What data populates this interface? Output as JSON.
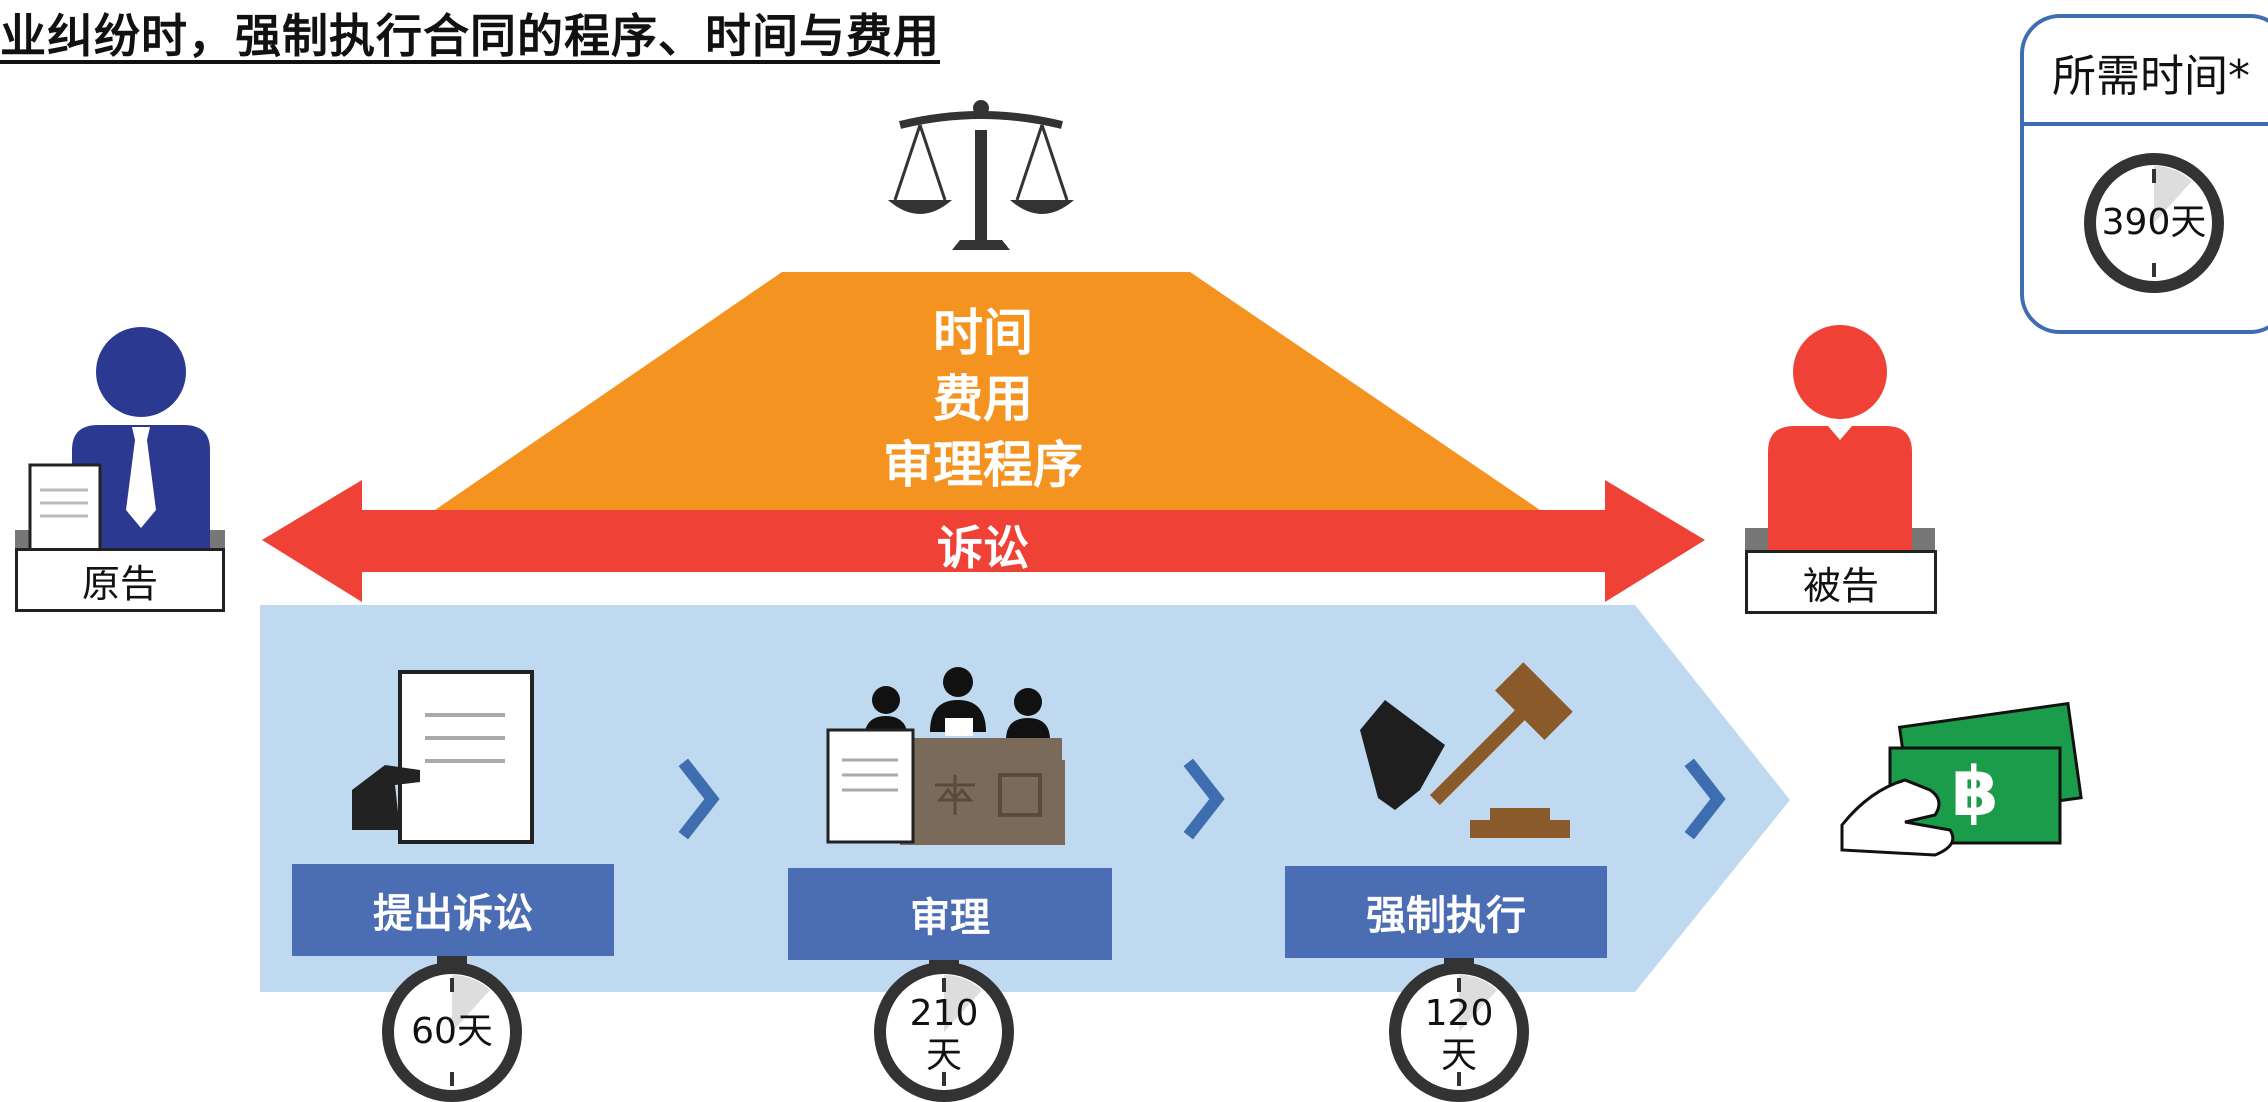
{
  "title": "业纠纷时，强制执行合同的程序、时间与费用",
  "triangle": {
    "line1": "时间",
    "line2": "费用",
    "line3": "审理程序"
  },
  "arrow_label": "诉讼",
  "plaintiff_label": "原告",
  "defendant_label": "被告",
  "steps": [
    {
      "label": "提出诉讼",
      "time": "60天"
    },
    {
      "label": "审理",
      "time": "210 天"
    },
    {
      "label": "强制执行",
      "time": "120 天"
    }
  ],
  "total": {
    "title": "所需时间*",
    "time": "390天"
  },
  "colors": {
    "triangle": "#f59321",
    "arrow": "#ef4136",
    "band": "#bfd9f0",
    "step_box": "#4a6db4",
    "plaintiff": "#2b3990",
    "defendant": "#ef4136",
    "chevron": "#3f6eb0",
    "money": "#1a9c4b"
  },
  "icons": [
    "scales-icon",
    "plaintiff-person-icon",
    "defendant-person-icon",
    "document-hand-icon",
    "court-judges-icon",
    "gavel-hand-icon",
    "money-hand-icon",
    "clock-icon",
    "chevron-right-icon"
  ]
}
